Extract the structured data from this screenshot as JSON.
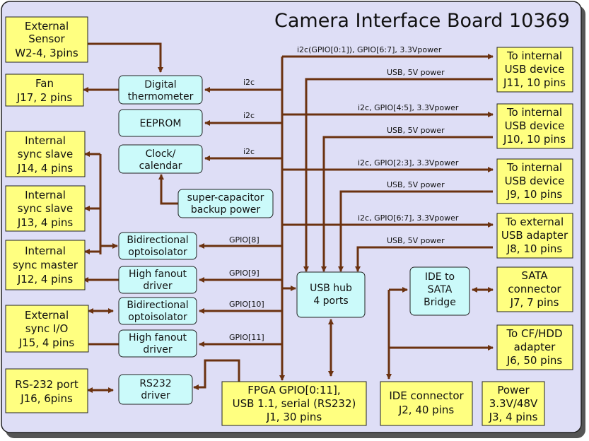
{
  "title": "Camera Interface Board 10369",
  "connectors": {
    "ext_sensor": [
      "External",
      "Sensor",
      "W2-4, 3pins"
    ],
    "fan": [
      "Fan",
      "J17, 2 pins"
    ],
    "sync_slave_j14": [
      "Internal",
      "sync slave",
      "J14, 4 pins"
    ],
    "sync_slave_j13": [
      "Internal",
      "sync slave",
      "J13, 4 pins"
    ],
    "sync_master": [
      "Internal",
      "sync master",
      "J12, 4 pins"
    ],
    "ext_sync": [
      "External",
      "sync I/O",
      "J15, 4 pins"
    ],
    "rs232_port": [
      "RS-232 port",
      "J16, 6pins"
    ],
    "usb_j11": [
      "To internal",
      "USB device",
      "J11, 10 pins"
    ],
    "usb_j10": [
      "To internal",
      "USB device",
      "J10, 10 pins"
    ],
    "usb_j9": [
      "To internal",
      "USB device",
      "J9, 10 pins"
    ],
    "usb_j8": [
      "To external",
      "USB adapter",
      "J8, 10 pins"
    ],
    "sata": [
      "SATA",
      "connector",
      "J7, 7 pins"
    ],
    "cfhdd": [
      "To CF/HDD",
      "adapter",
      "J6, 50 pins"
    ],
    "fpga": [
      "FPGA GPIO[0:11],",
      "USB 1.1, serial (RS232)",
      "J1, 30 pins"
    ],
    "ide_conn": [
      "IDE connector",
      "J2, 40 pins"
    ],
    "power": [
      "Power",
      "3.3V/48V",
      "J3, 4 pins"
    ]
  },
  "components": {
    "thermo": [
      "Digital",
      "thermometer"
    ],
    "eeprom": [
      "EEPROM"
    ],
    "clock": [
      "Clock/",
      "calendar"
    ],
    "supercap": [
      "super-capacitor",
      "backup power"
    ],
    "opto1": [
      "Bidirectional",
      "optoisolator"
    ],
    "fanout1": [
      "High fanout",
      "driver"
    ],
    "opto2": [
      "Bidirectional",
      "optoisolator"
    ],
    "fanout2": [
      "High fanout",
      "driver"
    ],
    "rs232drv": [
      "RS232",
      "driver"
    ],
    "usbhub": [
      "USB hub",
      "4 ports"
    ],
    "ide2sata": [
      "IDE to",
      "SATA",
      "Bridge"
    ]
  },
  "wires": {
    "i2c_a": "i2c",
    "i2c_b": "i2c",
    "i2c_c": "i2c",
    "gpio8": "GPIO[8]",
    "gpio9": "GPIO[9]",
    "gpio10": "GPIO[10]",
    "gpio11": "GPIO[11]",
    "bus_j11": "i2c(GPIO[0:1]), GPIO[6:7], 3.3Vpower",
    "usb_j11": "USB, 5V power",
    "bus_j10": "i2c, GPIO[4:5], 3.3Vpower",
    "usb_j10": "USB, 5V power",
    "bus_j9": "i2c, GPIO[2:3], 3.3Vpower",
    "usb_j9": "USB, 5V power",
    "bus_j8": "i2c, GPIO[6:7], 3.3Vpower",
    "usb_j8": "USB, 5V power"
  },
  "colors": {
    "board": "#dedef6",
    "connector": "#ffff80",
    "component": "#cbfafa",
    "wire": "#6b3210"
  }
}
